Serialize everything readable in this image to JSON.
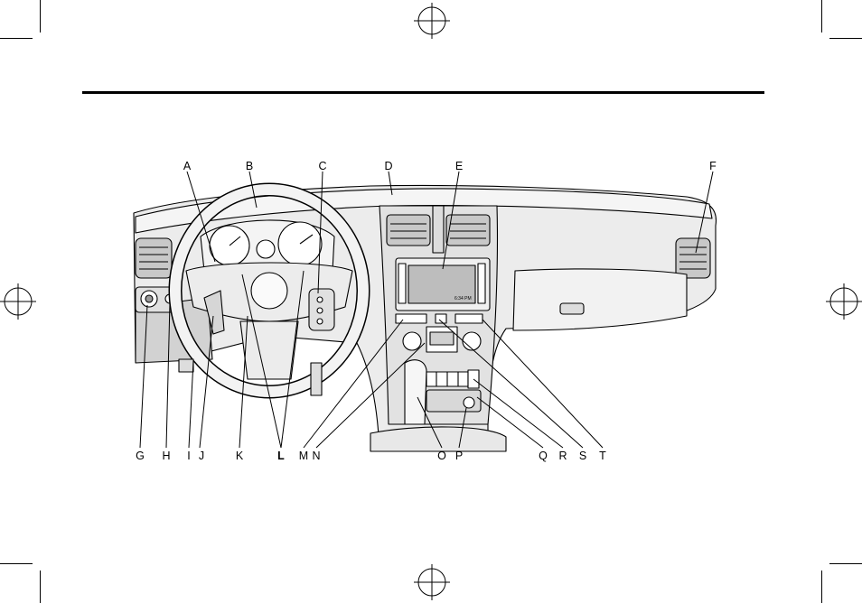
{
  "diagram": {
    "callout_letters": [
      "A",
      "B",
      "C",
      "D",
      "E",
      "F",
      "G",
      "H",
      "I",
      "J",
      "K",
      "L",
      "M",
      "N",
      "O",
      "P",
      "Q",
      "R",
      "S",
      "T"
    ],
    "radio_clock": "6:34 PM"
  },
  "colors": {
    "ink": "#000000",
    "dash_fill": "#ececec",
    "shadow": "#d2d2d2",
    "screen": "#bdbdbd"
  }
}
